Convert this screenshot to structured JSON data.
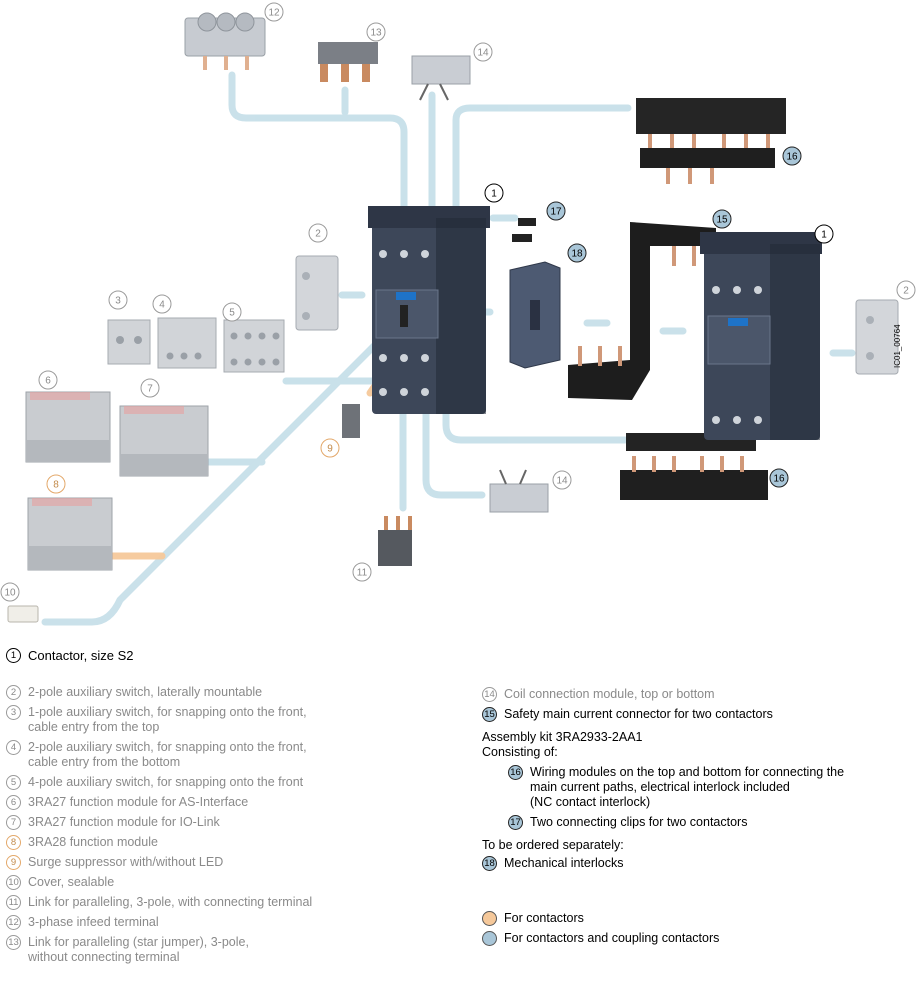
{
  "diagram_code": "IC01_00764",
  "callouts": [
    "1",
    "1",
    "2",
    "2",
    "3",
    "4",
    "5",
    "6",
    "7",
    "8",
    "9",
    "10",
    "11",
    "12",
    "13",
    "14",
    "14",
    "15",
    "16",
    "16",
    "17",
    "18"
  ],
  "colors": {
    "orange_channel": "#f5c89a",
    "blue_channel": "#bcdbe6",
    "contactor": "#3c4659",
    "gray_part": "#cfd2d6",
    "black_part": "#1e1e1e"
  },
  "legend_left": [
    {
      "num": "1",
      "style": "black",
      "text": "Contactor, size S2"
    },
    {
      "num": "2",
      "style": "gray",
      "text": "2-pole auxiliary switch, laterally mountable"
    },
    {
      "num": "3",
      "style": "gray",
      "text": "1-pole auxiliary switch, for snapping onto the front,\ncable entry from the top"
    },
    {
      "num": "4",
      "style": "gray",
      "text": "2-pole auxiliary switch, for snapping onto the front,\ncable entry from the bottom"
    },
    {
      "num": "5",
      "style": "gray",
      "text": "4-pole auxiliary switch, for snapping onto the front"
    },
    {
      "num": "6",
      "style": "gray",
      "text": "3RA27 function module for AS-Interface"
    },
    {
      "num": "7",
      "style": "gray",
      "text": "3RA27 function module for IO-Link"
    },
    {
      "num": "8",
      "style": "orange",
      "text": "3RA28 function module"
    },
    {
      "num": "9",
      "style": "orange",
      "text": "Surge suppressor with/without LED"
    },
    {
      "num": "10",
      "style": "gray",
      "text": "Cover, sealable"
    },
    {
      "num": "11",
      "style": "gray",
      "text": "Link for paralleling, 3-pole, with connecting terminal"
    },
    {
      "num": "12",
      "style": "gray",
      "text": "3-phase infeed terminal"
    },
    {
      "num": "13",
      "style": "gray",
      "text": "Link for paralleling (star jumper), 3-pole,\nwithout connecting terminal"
    }
  ],
  "legend_right": {
    "item14": {
      "num": "14",
      "text": "Coil connection module, top or bottom"
    },
    "item15": {
      "num": "15",
      "text": "Safety main current connector for two contactors"
    },
    "kit_title": "Assembly kit 3RA2933-2AA1",
    "kit_sub": "Consisting of:",
    "item16": {
      "num": "16",
      "text": "Wiring modules on the top and bottom for connecting the\nmain current paths, electrical interlock included\n(NC contact interlock)"
    },
    "item17": {
      "num": "17",
      "text": "Two connecting clips for two contactors"
    },
    "separate_title": "To be ordered separately:",
    "item18": {
      "num": "18",
      "text": "Mechanical interlocks"
    },
    "key_orange": "For contactors",
    "key_blue": "For contactors and coupling contactors"
  }
}
